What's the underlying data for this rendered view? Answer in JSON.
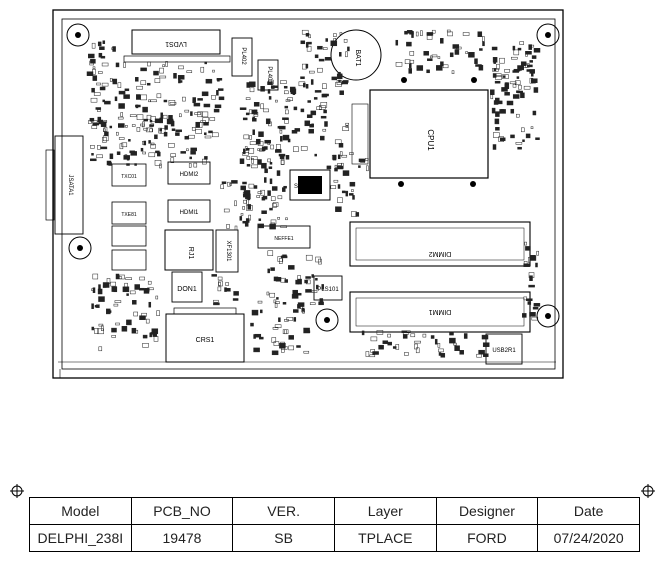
{
  "board_labels": {
    "lvds": "LVDS1",
    "pl402": "PL402",
    "pl403": "PL403",
    "bat": "BAT1",
    "cpu": "CPU1",
    "hdmi2": "HDMI2",
    "hdmi1": "HDMI1",
    "rj": "RJ1",
    "don": "DON1",
    "crs": "CRS1",
    "dimm2": "DIMM2",
    "dimm1": "DIMM1",
    "usb2": "USB2R1",
    "pls": "PLS101",
    "spi": "SPIU101",
    "nepfe": "NEFFE1",
    "xf": "XF1301",
    "jsata": "JSATA1",
    "usb3a": "TXC01",
    "usb3b": "TXE81"
  },
  "title_block": {
    "headers": [
      "Model",
      "PCB_NO",
      "VER.",
      "Layer",
      "Designer",
      "Date"
    ],
    "values": [
      "DELPHI_238I",
      "19478",
      "SB",
      "TPLACE",
      "FORD",
      "07/24/2020"
    ]
  },
  "colors": {
    "line": "#000000",
    "part": "#222222",
    "background": "#ffffff"
  },
  "icons": {
    "registration_mark": "crosshair-icon",
    "mounting_hole": "mounting-hole-icon"
  }
}
